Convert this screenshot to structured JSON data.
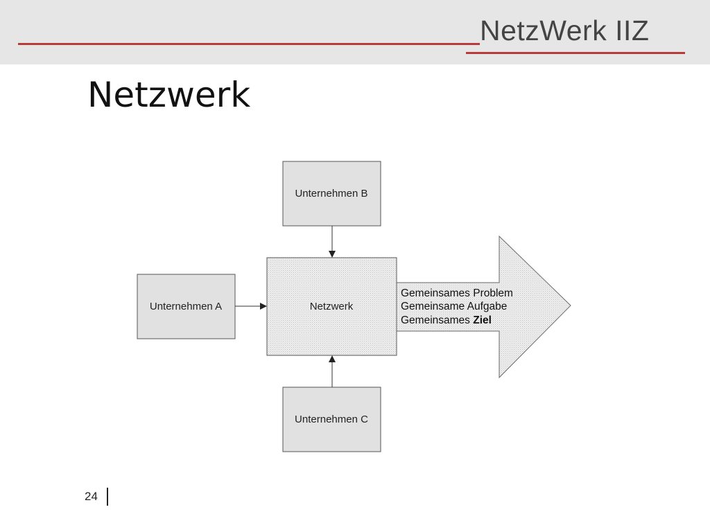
{
  "header": {
    "logo": "NetzWerk IIZ",
    "brand_color": "#b83a3a"
  },
  "title": "Netzwerk",
  "diagram": {
    "nodes": {
      "company_a": "Unternehmen A",
      "company_b": "Unternehmen B",
      "company_c": "Unternehmen C",
      "network": "Netzwerk"
    },
    "arrow": {
      "line1": "Gemeinsames Problem",
      "line2": "Gemeinsame Aufgabe",
      "line3_prefix": "Gemeinsames ",
      "line3_bold": "Ziel"
    },
    "edges": [
      {
        "from": "Unternehmen A",
        "to": "Netzwerk"
      },
      {
        "from": "Unternehmen B",
        "to": "Netzwerk"
      },
      {
        "from": "Unternehmen C",
        "to": "Netzwerk"
      }
    ]
  },
  "footer": {
    "page_number": "24"
  }
}
